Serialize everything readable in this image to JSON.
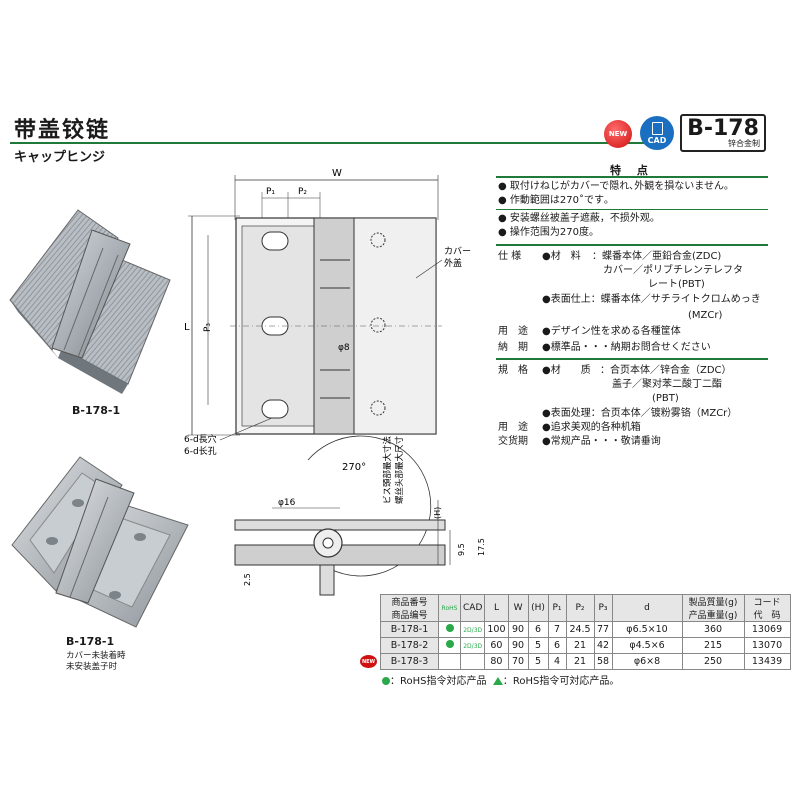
{
  "header": {
    "title": "带盖铰链",
    "subtitle": "キャップヒンジ",
    "new_badge": "NEW",
    "cad_badge": "CAD",
    "product_code": "B-178",
    "material": "锌合金制"
  },
  "photos": {
    "label_1": "B-178-1",
    "label_2": "B-178-1",
    "note_2a": "カバー未装着時",
    "note_2b": "未安装盖子时"
  },
  "drawing": {
    "dim_w": "W",
    "dim_p1": "P₁",
    "dim_p2": "P₂",
    "dim_l": "L",
    "dim_p3": "P₃",
    "dim_phi8": "φ8",
    "cover_jp": "カバー",
    "cover_cn": "外盖",
    "slot_jp": "6-d長穴",
    "slot_cn": "6-d长孔",
    "angle": "270°",
    "phi16": "φ16",
    "h_label": "(H)",
    "dim_9_5": "9.5",
    "dim_17_5": "17.5",
    "dim_2_5": "2.5",
    "screw_jp": "ビス頭部最大寸法",
    "screw_cn": "螺丝头部最大尺寸"
  },
  "features": {
    "title": "特 点",
    "items": [
      "● 取付けねじがカバーで隠れ､外観を損ないません｡",
      "● 作動範囲は270˚です｡",
      "● 安装螺丝被盖子遮蔽，不损外观。",
      "● 操作范围为270度。"
    ]
  },
  "spec_jp": {
    "label_material": "仕 様",
    "material_key": "●材　料",
    "material_1": "：蝶番本体／亜鉛合金(ZDC)",
    "material_2": "カバー／ポリブチレンテレフタ",
    "material_3": "レート(PBT)",
    "finish_1": "●表面仕上：蝶番本体／サチライトクロムめっき",
    "finish_2": "(MZCr)",
    "label_use": "用　途",
    "use": "●デザイン性を求める各種筐体",
    "label_delivery": "納　期",
    "delivery": "●標準品・・・納期お問合せください"
  },
  "spec_cn": {
    "label_spec": "規　格",
    "material_key": "●材　　质",
    "material_1": "：合页本体／锌合金（ZDC）",
    "material_2": "盖子／聚对苯二酸丁二酯",
    "material_3": "(PBT)",
    "finish": "●表面处理：合页本体／镀粉雾铬（MZCr）",
    "label_use": "用　途",
    "use": "●追求美观的各种机箱",
    "label_delivery": "交货期",
    "delivery": "●常规产品・・・敬请垂询"
  },
  "table": {
    "headers": {
      "code_jp": "商品番号",
      "code_cn": "商品编号",
      "rohs": "RoHS",
      "cad": "CAD",
      "L": "L",
      "W": "W",
      "H": "(H)",
      "P1": "P₁",
      "P2": "P₂",
      "P3": "P₃",
      "d": "d",
      "mass_jp": "製品質量(g)",
      "mass_cn": "产品重量(g)",
      "code2_jp": "コード",
      "code2_cn": "代　码"
    },
    "rows": [
      {
        "code": "B-178-1",
        "cad": "2D/3D",
        "L": "100",
        "W": "90",
        "H": "6",
        "P1": "7",
        "P2": "24.5",
        "P3": "77",
        "d": "φ6.5×10",
        "mass": "360",
        "code2": "13069"
      },
      {
        "code": "B-178-2",
        "cad": "2D/3D",
        "L": "60",
        "W": "90",
        "H": "5",
        "P1": "6",
        "P2": "21",
        "P3": "42",
        "d": "φ4.5×6",
        "mass": "215",
        "code2": "13070"
      },
      {
        "code": "B-178-3",
        "cad": "",
        "L": "80",
        "W": "70",
        "H": "5",
        "P1": "4",
        "P2": "21",
        "P3": "58",
        "d": "φ6×8",
        "mass": "250",
        "code2": "13439"
      }
    ],
    "new_tag": "NEW",
    "legend_1": "：RoHS指令対応产品",
    "legend_2": "：RoHS指令可対応产品。"
  },
  "colors": {
    "accent_green": "#1f7a3a",
    "new_red": "#d01010",
    "cad_blue": "#1a6fc0",
    "rohs_green": "#2aa84a"
  }
}
